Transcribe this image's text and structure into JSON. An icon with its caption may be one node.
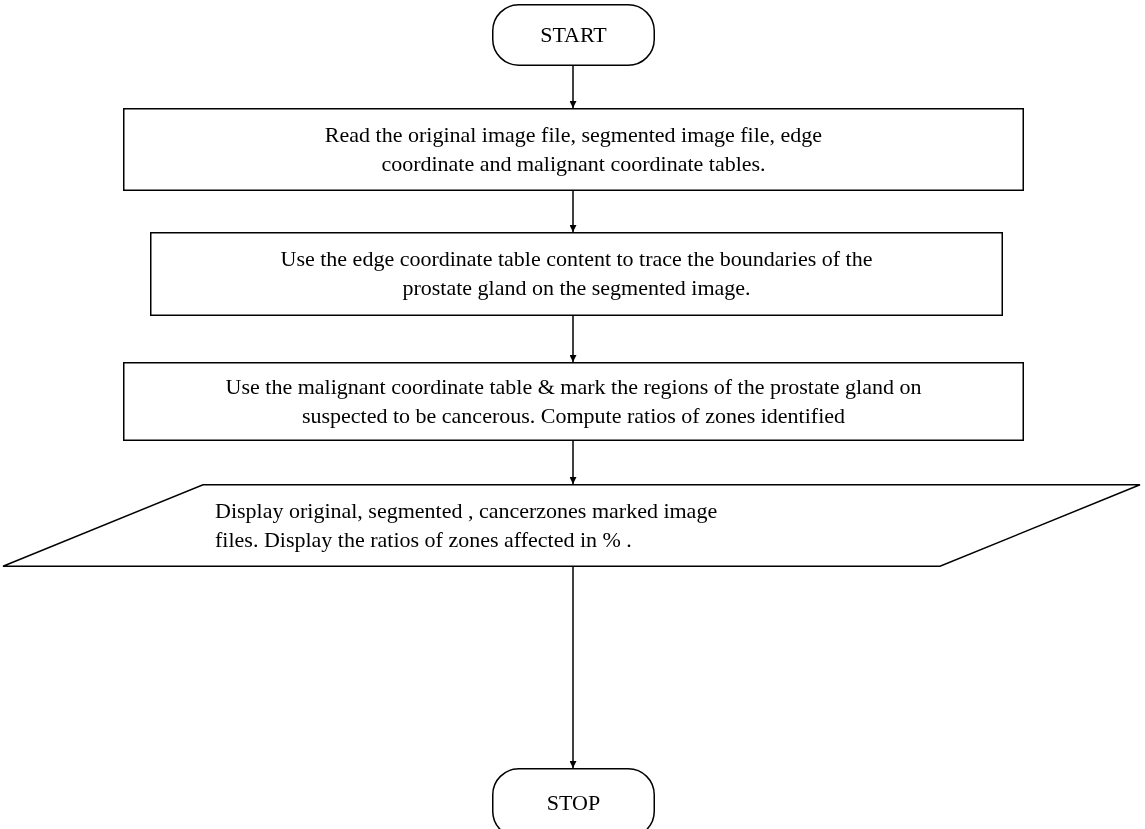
{
  "diagram": {
    "nodes": [
      {
        "text": [
          "START"
        ]
      },
      {
        "text": [
          "Read the original image file, segmented image file, edge coordinate and malignant coordinate tables."
        ]
      },
      {
        "text": [
          "Use the edge coordinate table content to trace the boundaries of the prostate gland on the segmented image."
        ]
      },
      {
        "text": [
          "Use the malignant coordinate table & mark the regions of the prostate gland on suspected to be cancerous. Compute ratios of zones identified"
        ]
      },
      {
        "text": [
          "Display original, segmented , cancerzones marked image files. Display the ratios of zones affected in % ."
        ]
      },
      {
        "text": [
          "STOP"
        ]
      }
    ],
    "edges": [
      {
        "from": 0,
        "to": 1,
        "arrow": "to"
      },
      {
        "from": 1,
        "to": 2,
        "arrow": "to"
      },
      {
        "from": 2,
        "to": 3,
        "arrow": "to"
      },
      {
        "from": 3,
        "to": 4,
        "arrow": "to"
      },
      {
        "from": 4,
        "to": 5,
        "arrow": "to"
      }
    ]
  }
}
